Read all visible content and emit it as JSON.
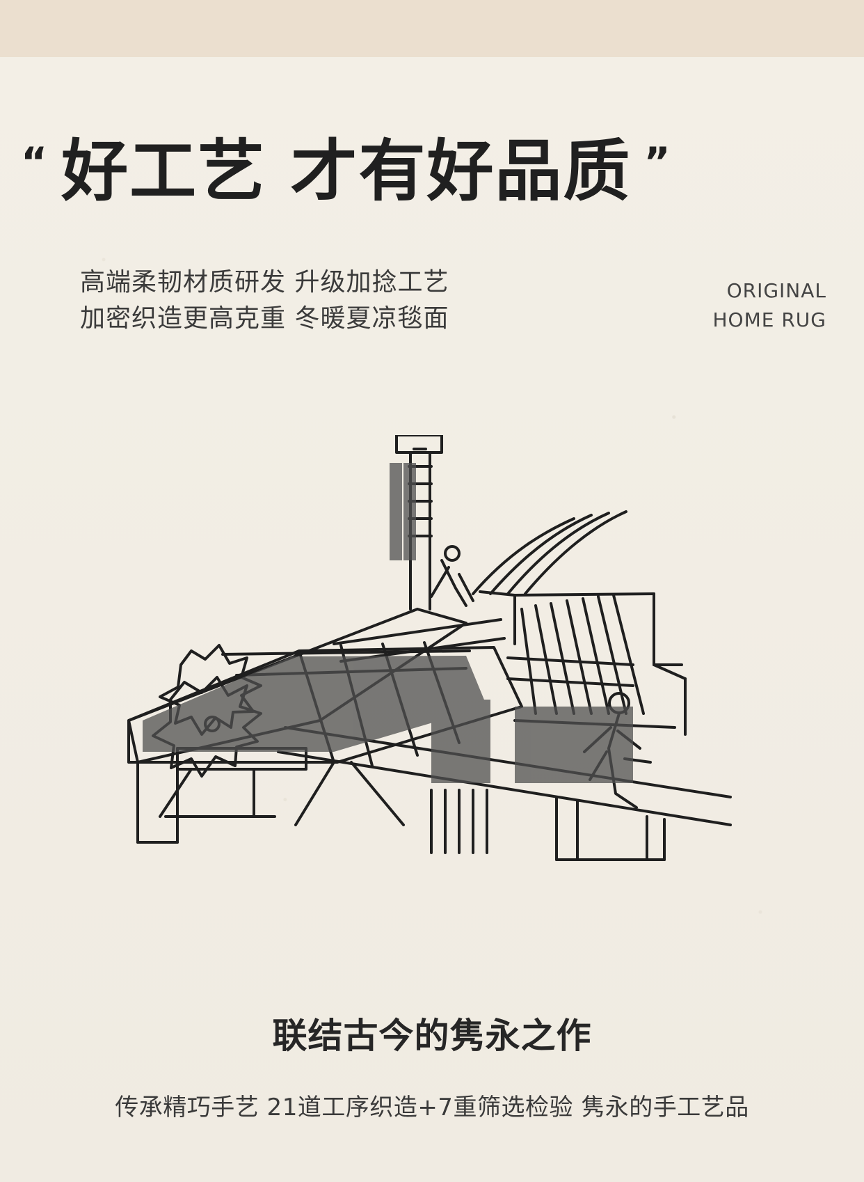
{
  "headline": {
    "open_quote": "“",
    "text": "好工艺  才有好品质",
    "close_quote": "”"
  },
  "features": {
    "line1": "高端柔韧材质研发  升级加捻工艺",
    "line2": "加密织造更高克重  冬暖夏凉毯面"
  },
  "brand": {
    "line1": "ORIGINAL",
    "line2": "HOME RUG"
  },
  "illustration": {
    "name": "traditional-loom-illustration"
  },
  "caption": {
    "title": "联结古今的隽永之作",
    "desc": "传承精巧手艺   21道工序织造+7重筛选检验  隽永的手工艺品"
  },
  "colors": {
    "top_band": "#ebdfcf",
    "paper": "#f1ece3",
    "ink": "#202020"
  }
}
